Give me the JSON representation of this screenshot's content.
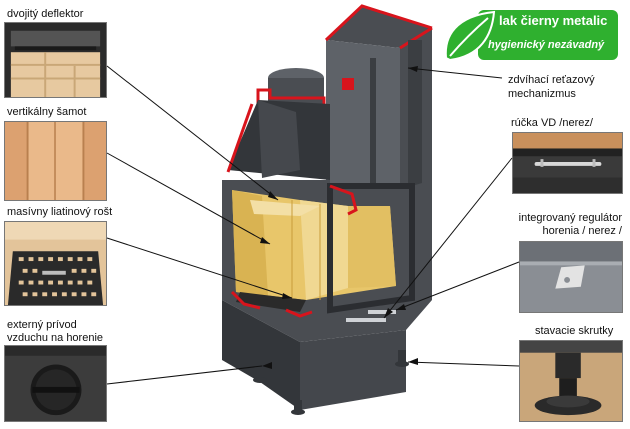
{
  "badge": {
    "line1": "lak čierny metalic",
    "line2": "hygienický nezávadný",
    "bg_color": "#2fb02f",
    "icon": "leaf-icon"
  },
  "labels": {
    "deflektor": "dvojitý deflektor",
    "samot": "vertikálny šamot",
    "rost": "masívny liatinový rošt",
    "privod_1": "externý prívod",
    "privod_2": "vzduchu na horenie",
    "mechanizmus_1": "zdvíhací reťazový",
    "mechanizmus_2": "mechanizmus",
    "rucka": "rúčka VD /nerez/",
    "regulator_1": "integrovaný regulátor",
    "regulator_2": "horenia / nerez /",
    "skrutky": "stavacie skrutky"
  },
  "colors": {
    "body": "#4a4d52",
    "body_dark": "#33363a",
    "body_light": "#5e6268",
    "cut_red": "#d8141c",
    "fire_gold": "#e8c66a",
    "chamotte": "#f0cf95",
    "line": "#111111"
  }
}
